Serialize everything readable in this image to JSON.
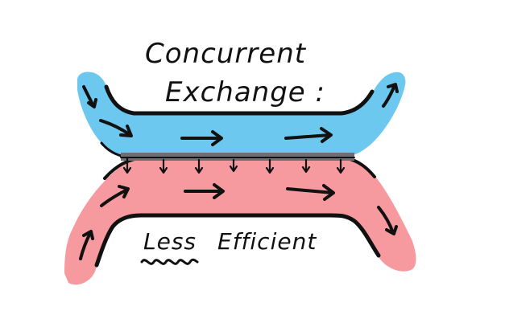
{
  "diagram": {
    "title_line_1": "Concurrent",
    "title_line_2": "Exchange :",
    "caption_word_1": "Less",
    "caption_word_2": "Efficient"
  },
  "colors": {
    "upper_stream": "#6dc8f0",
    "lower_stream": "#f79a9f",
    "interface": "#6f6f73",
    "ink": "#111111",
    "background": "#ffffff"
  }
}
